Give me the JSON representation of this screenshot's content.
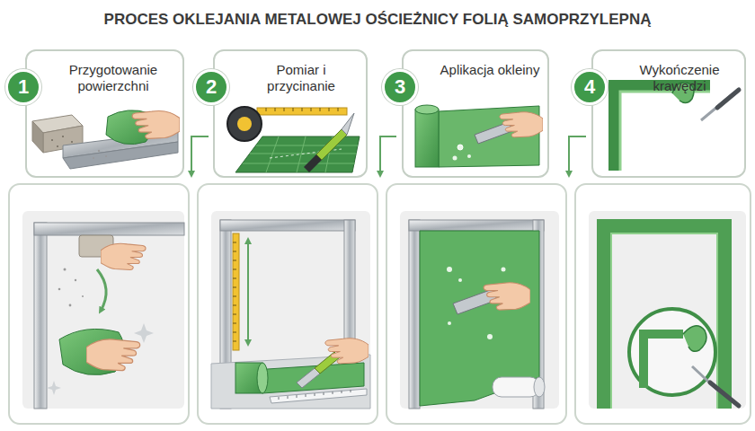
{
  "diagram": {
    "title": "PROCES OKLEJANIA METALOWEJ OŚCIEŻNICY FOLIĄ SAMOPRZYLEPNĄ",
    "nodes": [
      {
        "text": [
          "Przygotowanie powierzchni"
        ]
      },
      {
        "text": [
          "1"
        ],
        "in": 0
      },
      {
        "text": [
          "Pomiar i przycinanie"
        ]
      },
      {
        "text": [
          "2"
        ],
        "in": 2
      },
      {
        "text": [
          "Aplikacja okleiny"
        ]
      },
      {
        "text": [
          "3"
        ],
        "in": 4
      },
      {
        "text": [
          "Wykończenie krawędzi"
        ]
      },
      {
        "text": [
          "4"
        ],
        "in": 6
      }
    ]
  }
}
